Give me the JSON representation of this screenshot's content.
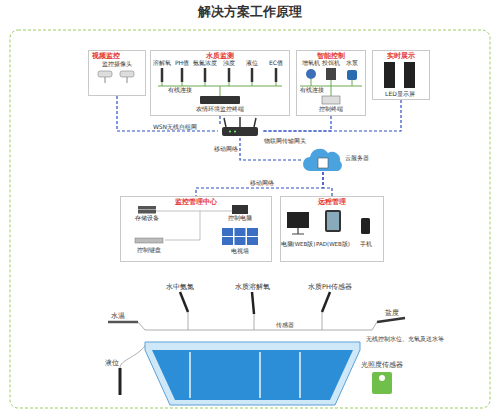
{
  "diagram": {
    "title": "解决方案工作原理",
    "nodes": [
      {
        "text": [
          "视频监控"
        ]
      },
      {
        "text": [
          "水质监测"
        ]
      },
      {
        "text": [
          "智能控制"
        ]
      },
      {
        "text": [
          "实时展示"
        ]
      },
      {
        "text": [
          "物联网传输网关"
        ]
      },
      {
        "text": [
          "云服务器"
        ]
      },
      {
        "text": [
          "监控管理中心"
        ]
      },
      {
        "text": [
          "远程管理"
        ]
      }
    ],
    "edges": [
      {
        "from": 0,
        "to": 4,
        "label": "WSN无线自组网",
        "arrow": "none"
      },
      {
        "from": 1,
        "to": 4,
        "arrow": "none"
      },
      {
        "from": 2,
        "to": 4,
        "arrow": "none"
      },
      {
        "from": 3,
        "to": 4,
        "arrow": "none"
      },
      {
        "from": 4,
        "to": 5,
        "label": "移动网络",
        "arrow": "none"
      },
      {
        "from": 5,
        "to": 6,
        "label": "移动网络",
        "arrow": "none"
      },
      {
        "from": 5,
        "to": 7,
        "arrow": "none"
      }
    ],
    "labels": [
      "监控摄像头",
      "溶解氧",
      "PH值",
      "氨氮浓度",
      "浊度",
      "液位",
      "EC值",
      "有线连接",
      "农情环境监控终端",
      "增氧机",
      "投饵机",
      "水泵",
      "有线连接",
      "控制终端",
      "LED显示屏",
      "存储设备",
      "控制电脑",
      "控制键盘",
      "电视墙",
      "电脑(WEB版)",
      "PAD(WEB版)",
      "手机",
      "水中氨氮",
      "水质溶解氧",
      "水质PH传感器",
      "水温",
      "盐度",
      "传感器",
      "无线控制水位、充氧及送水等",
      "液位",
      "光照度传感器"
    ]
  }
}
